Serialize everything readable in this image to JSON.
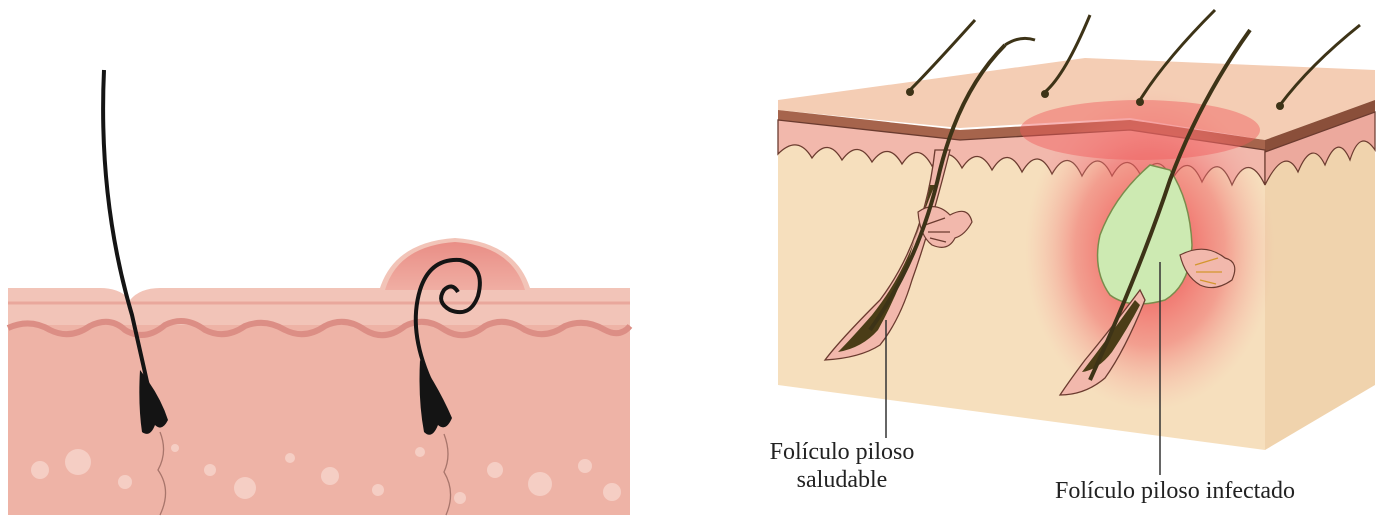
{
  "labels": {
    "healthy_follicle_line1": "Folículo piloso",
    "healthy_follicle_line2": "saludable",
    "infected_follicle": "Folículo piloso infectado"
  },
  "colors": {
    "skin_top": "#f3bdb2",
    "skin_mid": "#eda79c",
    "skin_deep": "#eeb8a8",
    "hair": "#141414",
    "inflammation": "#e8525a",
    "pus": "#cdeab2",
    "dermis_block": "#f6dfbd",
    "follicle_fill": "#4b3d17"
  },
  "icons": {
    "left_panel": "skin-cross-section-ingrown-hair",
    "right_panel": "skin-block-folliculitis"
  }
}
